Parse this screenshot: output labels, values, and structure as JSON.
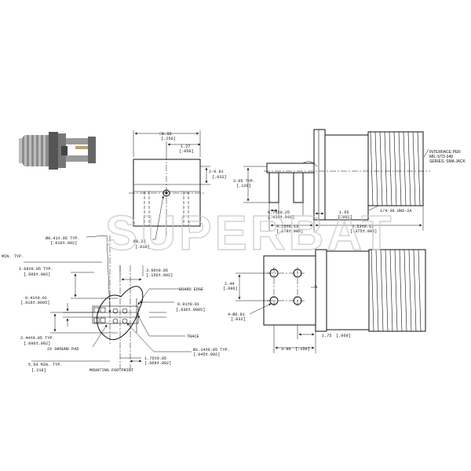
{
  "watermark": "SUPERBAT",
  "front_view": {
    "width": "□6.35",
    "width_in": "[.250]",
    "offset": "1.27",
    "offset_in": "[.050]",
    "side_slot": "2-0.81",
    "side_slot_in": "[.032]",
    "pin": "Ø0.25",
    "pin_in": "[.010]"
  },
  "side_view": {
    "height": "3.05 TYP.",
    "height_in": "[.120]",
    "tab_thick": "0.76±0.25",
    "tab_thick_in": "[.030±.010]",
    "flange": "1.65",
    "flange_in": "[.065]",
    "interface_note": [
      "INTERFACE PER",
      "MIL-STD-348",
      "SERIES: SMA JACK"
    ],
    "thread": "1/4-36 UNS-2A",
    "len_a": "4.55±0.13",
    "len_a_in": "[.179±.005]",
    "len_b": "9.53±0.13",
    "len_b_in": "[.375±.005]"
  },
  "top_view": {
    "pitch": "2.44",
    "pitch_in": "[.096]",
    "holes": "4-Ø0.81",
    "holes_in": "[.032]",
    "body": "3.96",
    "body_in": "[.156]",
    "edge": "1.75",
    "edge_in": "[.069]"
  },
  "footprint": {
    "via": "Ø0.41±.05 TYP.",
    "via_in": "[.016±.002]",
    "min_typ": "MIN. TYP.",
    "pad_pitch": "1.68±0.05 TYP.",
    "pad_pitch_in": "[.066±.002]",
    "trace_w": "0.41±0.01",
    "trace_w_in": "[.016±.0005]",
    "pad_w": "2.44±0.05 TYP.",
    "pad_w_in": "[.096±.002]",
    "ground_pad": "2X GROUND PAD",
    "min_len": "5.54 MIN. TYP.",
    "min_len_in": "[.218]",
    "footprint_label": "MOUNTING FOOTPRINT",
    "width": "3.96±0.05",
    "width_in": "[.156±.002]",
    "board_edge": "BOARD EDGE",
    "gap": "0.91±0.01",
    "gap_in": "[.036±.0005]",
    "trace": "TRACE",
    "hole": "Ø1.14±0.05 TYP.",
    "hole_in": "[.045±.002]",
    "spacing": "1.75±0.05",
    "spacing_in": "[.069±.002]"
  }
}
